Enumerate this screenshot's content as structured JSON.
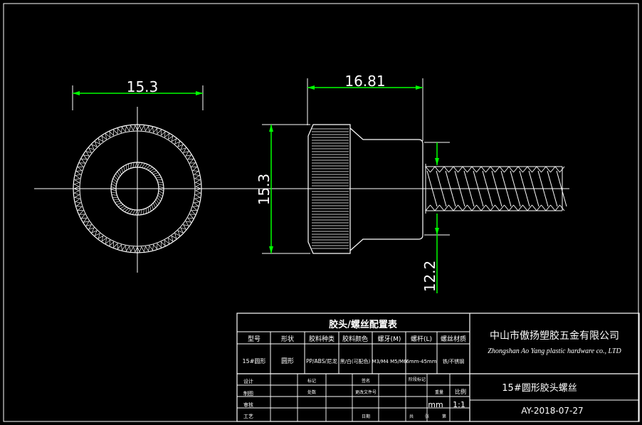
{
  "dimensions": {
    "d1": "15.3",
    "d2": "16.81",
    "d3": "15.3",
    "d4": "12.2"
  },
  "title_block": {
    "table_title": "胶头/螺丝配置表",
    "headers": [
      "型号",
      "形状",
      "胶料种类",
      "胶料颜色",
      "螺牙(M)",
      "螺杆(L)",
      "螺丝材质"
    ],
    "row": [
      "15#圆形",
      "圆形",
      "PP/ABS/尼龙",
      "黑/白(可配色)",
      "M3/M4 M5/M6",
      "6mm-45mm",
      "铁/不锈钢"
    ],
    "company_cn": "中山市傲扬塑胶五金有限公司",
    "company_en": "Zhongshan Ao Yang plastic hardware co., LTD",
    "part_name": "15#圆形胶头螺丝",
    "date": "AY-2018-07-27",
    "unit": "mm",
    "scale": "1:1",
    "scale_label": "比例",
    "left_labels": [
      "设计",
      "制图",
      "审核",
      "工艺"
    ],
    "mid_labels": [
      "标记",
      "处数",
      "更改文件号",
      "签名",
      "日期"
    ],
    "small_labels": [
      "阶段标记",
      "重量",
      "共",
      "张",
      "第"
    ]
  },
  "colors": {
    "background": "#000000",
    "line": "#ffffff",
    "dimension": "#00ff00"
  }
}
